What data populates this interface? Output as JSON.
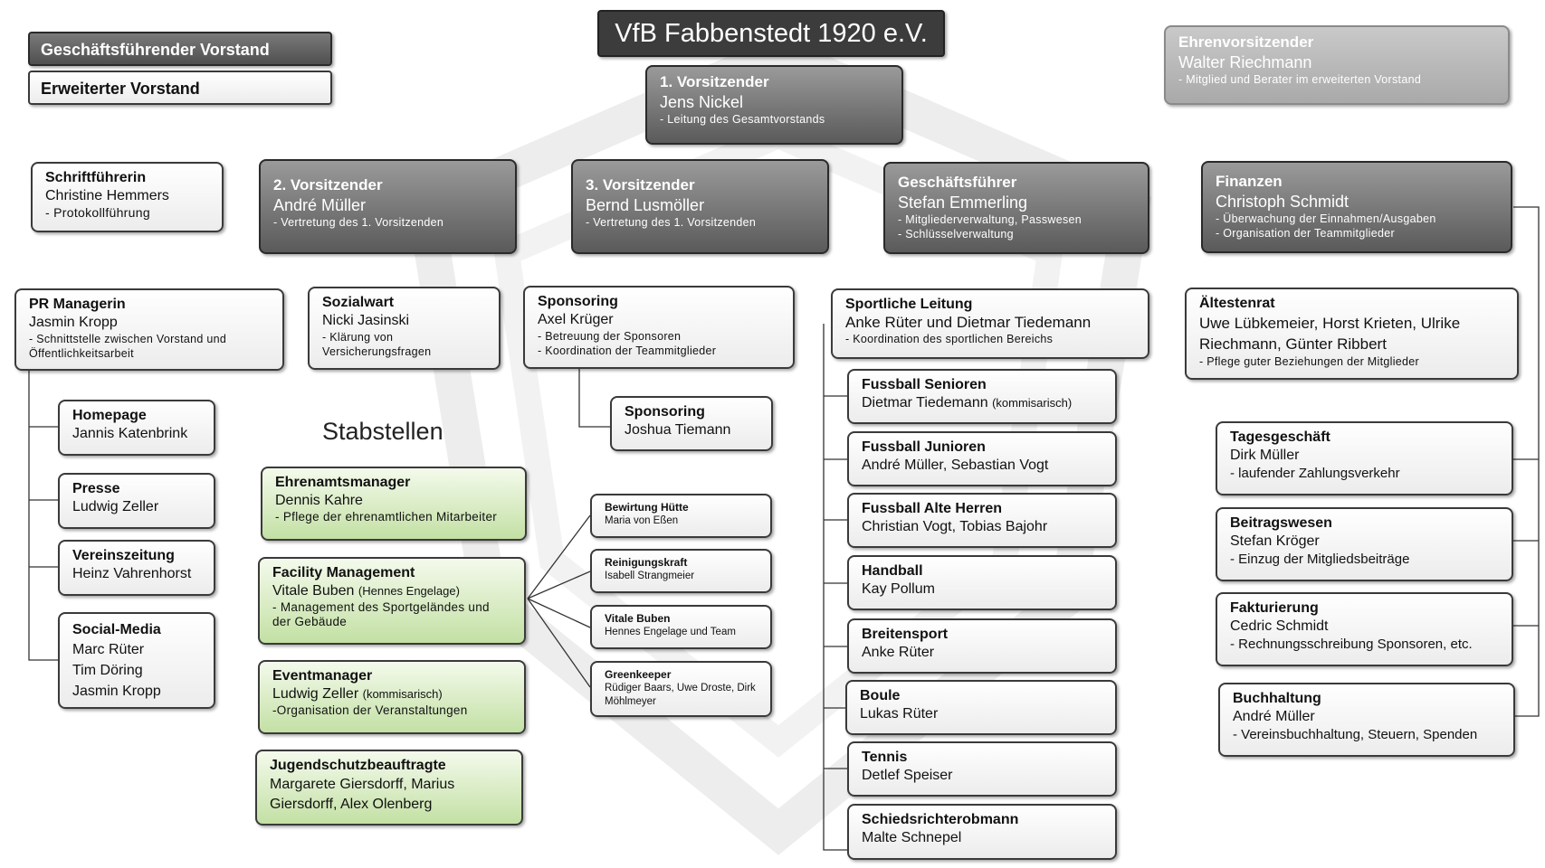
{
  "title": "VfB Fabbenstedt 1920 e.V.",
  "legend": {
    "executive": "Geschäftsführender Vorstand",
    "extended": "Erweiterter Vorstand"
  },
  "stabstellen_label": "Stabstellen",
  "colors": {
    "dark_box": "#5a5a5a",
    "light_box": "#a9a9a9",
    "green_box": "#c3e0a4",
    "title_box": "#3c3c3c",
    "line": "#333333"
  },
  "boxes": {
    "honorary": {
      "role": "Ehrenvorsitzender",
      "name": "Walter Riechmann",
      "desc": [
        "- Mitglied und Berater im erweiterten Vorstand"
      ]
    },
    "chair1": {
      "role": "1. Vorsitzender",
      "name": "Jens Nickel",
      "desc": [
        "- Leitung des Gesamtvorstands"
      ]
    },
    "secretary": {
      "role": "Schriftführerin",
      "name": "Christine Hemmers",
      "desc": [
        "- Protokollführung"
      ]
    },
    "chair2": {
      "role": "2. Vorsitzender",
      "name": "André Müller",
      "desc": [
        "- Vertretung des 1. Vorsitzenden"
      ]
    },
    "chair3": {
      "role": "3. Vorsitzender",
      "name": "Bernd Lusmöller",
      "desc": [
        "- Vertretung des 1. Vorsitzenden"
      ]
    },
    "manager": {
      "role": "Geschäftsführer",
      "name": "Stefan Emmerling",
      "desc": [
        "- Mitgliederverwaltung, Passwesen",
        "- Schlüsselverwaltung"
      ]
    },
    "finance": {
      "role": "Finanzen",
      "name": "Christoph Schmidt",
      "desc": [
        "- Überwachung der Einnahmen/Ausgaben",
        "- Organisation der Teammitglieder"
      ]
    },
    "pr": {
      "role": "PR Managerin",
      "name": "Jasmin Kropp",
      "desc": [
        "- Schnittstelle zwischen Vorstand und",
        "Öffentlichkeitsarbeit"
      ]
    },
    "social": {
      "role": "Sozialwart",
      "name": "Nicki Jasinski",
      "desc": [
        "- Klärung von",
        "Versicherungsfragen"
      ]
    },
    "sponsoring": {
      "role": "Sponsoring",
      "name": "Axel Krüger",
      "desc": [
        "- Betreuung der Sponsoren",
        "- Koordination der Teammitglieder"
      ]
    },
    "sport_lead": {
      "role": "Sportliche Leitung",
      "name": "Anke Rüter und Dietmar Tiedemann",
      "desc": [
        "- Koordination des sportlichen Bereichs"
      ]
    },
    "elders": {
      "role": "Ältestenrat",
      "name": "Uwe Lübkemeier, Horst Krieten, Ulrike Riechmann, Günter Ribbert",
      "desc": [
        "- Pflege guter Beziehungen der Mitglieder"
      ]
    },
    "homepage": {
      "role": "Homepage",
      "name": "Jannis Katenbrink"
    },
    "press": {
      "role": "Presse",
      "name": "Ludwig Zeller"
    },
    "newspaper": {
      "role": "Vereinszeitung",
      "name": "Heinz Vahrenhorst"
    },
    "social_media": {
      "role": "Social-Media",
      "names": [
        "Marc Rüter",
        "Tim Döring",
        "Jasmin Kropp"
      ]
    },
    "sponsoring2": {
      "role": "Sponsoring",
      "name": "Joshua Tiemann"
    },
    "volunteer": {
      "role": "Ehrenamtsmanager",
      "name": "Dennis Kahre",
      "desc": [
        "- Pflege der ehrenamtlichen Mitarbeiter"
      ]
    },
    "facility": {
      "role": "Facility Management",
      "name": "Vitale Buben",
      "name_note": "(Hennes Engelage)",
      "desc": [
        "- Management des Sportgeländes und",
        "der Gebäude"
      ]
    },
    "event": {
      "role": "Eventmanager",
      "name": "Ludwig Zeller",
      "name_note": "(kommisarisch)",
      "desc": [
        "-Organisation der Veranstaltungen"
      ]
    },
    "youth": {
      "role": "Jugendschutzbeauftragte",
      "name": "Margarete Giersdorff, Marius Giersdorff, Alex Olenberg"
    },
    "hut": {
      "role": "Bewirtung Hütte",
      "name": "Maria von Eßen"
    },
    "cleaning": {
      "role": "Reinigungskraft",
      "name": "Isabell Strangmeier"
    },
    "vitale": {
      "role": "Vitale Buben",
      "name": "Hennes Engelage und Team"
    },
    "greenkeeper": {
      "role": "Greenkeeper",
      "name": "Rüdiger Baars, Uwe Droste, Dirk Möhlmeyer"
    },
    "fb_senior": {
      "role": "Fussball Senioren",
      "name": "Dietmar Tiedemann",
      "name_note": "(kommisarisch)"
    },
    "fb_junior": {
      "role": "Fussball Junioren",
      "name": "André Müller, Sebastian Vogt"
    },
    "fb_old": {
      "role": "Fussball Alte Herren",
      "name": "Christian Vogt, Tobias Bajohr"
    },
    "handball": {
      "role": "Handball",
      "name": "Kay Pollum"
    },
    "breitensport": {
      "role": "Breitensport",
      "name": "Anke Rüter"
    },
    "boule": {
      "role": "Boule",
      "name": "Lukas Rüter"
    },
    "tennis": {
      "role": "Tennis",
      "name": "Detlef Speiser"
    },
    "referee": {
      "role": "Schiedsrichterobmann",
      "name": "Malte Schnepel"
    },
    "daily": {
      "role": "Tagesgeschäft",
      "name": "Dirk Müller",
      "desc": [
        "- laufender Zahlungsverkehr"
      ]
    },
    "fees": {
      "role": "Beitragswesen",
      "name": "Stefan Kröger",
      "desc": [
        "- Einzug der Mitgliedsbeiträge"
      ]
    },
    "invoicing": {
      "role": "Fakturierung",
      "name": "Cedric Schmidt",
      "desc": [
        "- Rechnungsschreibung Sponsoren, etc."
      ]
    },
    "bookkeeping": {
      "role": "Buchhaltung",
      "name": "André Müller",
      "desc": [
        "- Vereinsbuchhaltung, Steuern, Spenden"
      ]
    }
  }
}
